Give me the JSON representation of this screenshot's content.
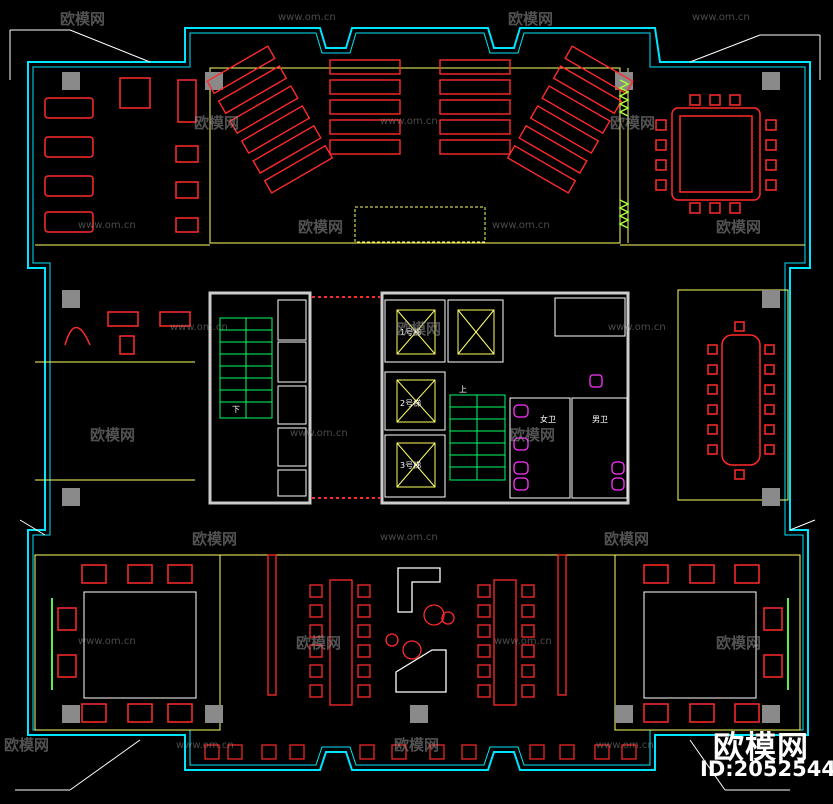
{
  "watermark": {
    "brand": "欧模网",
    "url": "www.om.cn"
  },
  "stamp": {
    "brand": "欧模网",
    "id": "ID:2052544"
  },
  "colors": {
    "background": "#000000",
    "exterior_wall": "#00e5ff",
    "inner_wall": "#ffffff",
    "furniture": "#ff2a2a",
    "lines": "#ffff66",
    "stairs": "#00ff66",
    "fixtures": "#ff33ff",
    "column": "#808080"
  },
  "labels": {
    "elevator_1": "1号梯",
    "elevator_2": "2号梯",
    "elevator_3": "3号梯",
    "stair_up": "上",
    "stair_down": "下",
    "man": "男卫",
    "woman": "女卫"
  }
}
